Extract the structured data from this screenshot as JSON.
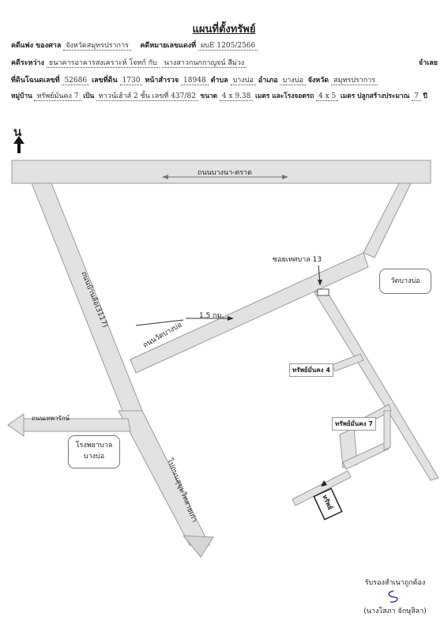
{
  "title": "แผนที่ตั้งทรัพย์",
  "header": {
    "court_label": "คดีแพ่ง ของศาล",
    "court_value": "จังหวัดสมุทรปราการ",
    "case_label": "คดีหมายเลขแดงที่",
    "case_value": "ผบE 1205/2566",
    "parties_label": "คดีระหว่าง",
    "plaintiff": "ธนาคารอาคารสงเคราะห์ โจทก์ กับ",
    "defendant": "นางสาวกนกกาญจน์ สีม่วง",
    "defendant_suffix": "จำเลย",
    "deed_label": "ที่ดินโฉนดเลขที่",
    "deed_value": "52686",
    "land_no_label": "เลขที่ดิน",
    "land_no_value": "1730",
    "survey_label": "หน้าสำรวจ",
    "survey_value": "18948",
    "subdistrict_label": "ตำบล",
    "subdistrict_value": "บางบ่อ",
    "district_label": "อำเภอ",
    "district_value": "บางบ่อ",
    "province_label": "จังหวัด",
    "province_value": "สมุทรปราการ",
    "village_label": "หมู่บ้าน",
    "village_value": "ทรัพย์มั่นคง 7",
    "type_label": "เป็น",
    "type_value": "ทาวน์เฮ้าส์ 2 ชั้น เลขที่ 437/82",
    "size_label": "ขนาด",
    "size_value": "4 x 9.38",
    "size_unit": "เมตร และโรงจอดรถ",
    "garage_value": "4 x 5",
    "garage_unit": "เมตร ปลูกสร้างประมาณ",
    "age_value": "7",
    "age_unit": "ปี"
  },
  "map": {
    "north": "น",
    "road_top": "ถนนบางนา-ตราด",
    "road_left": "ถนนบ้านล้อ(3117)",
    "road_diag": "ถนนวัดบางบ่อ",
    "distance": "1.5 กม.",
    "soi": "ซอยเทศบาล 13",
    "temple": "วัดบางบ่อ",
    "village4": "ทรัพย์มั่นคง 4",
    "village7": "ทรัพย์มั่นคง 7",
    "property_mark": "ทรัพย์",
    "road_west": "ถนนเทพารักษ์",
    "hospital_line1": "โรงพยาบาล",
    "hospital_line2": "บางบ่อ",
    "to_south": "ไปถนนสุขุมวิทสายเก่า"
  },
  "footer": {
    "certify": "รับรองสำเนาถูกต้อง",
    "signer": "(นางโสภา จักษุสิลา)"
  }
}
